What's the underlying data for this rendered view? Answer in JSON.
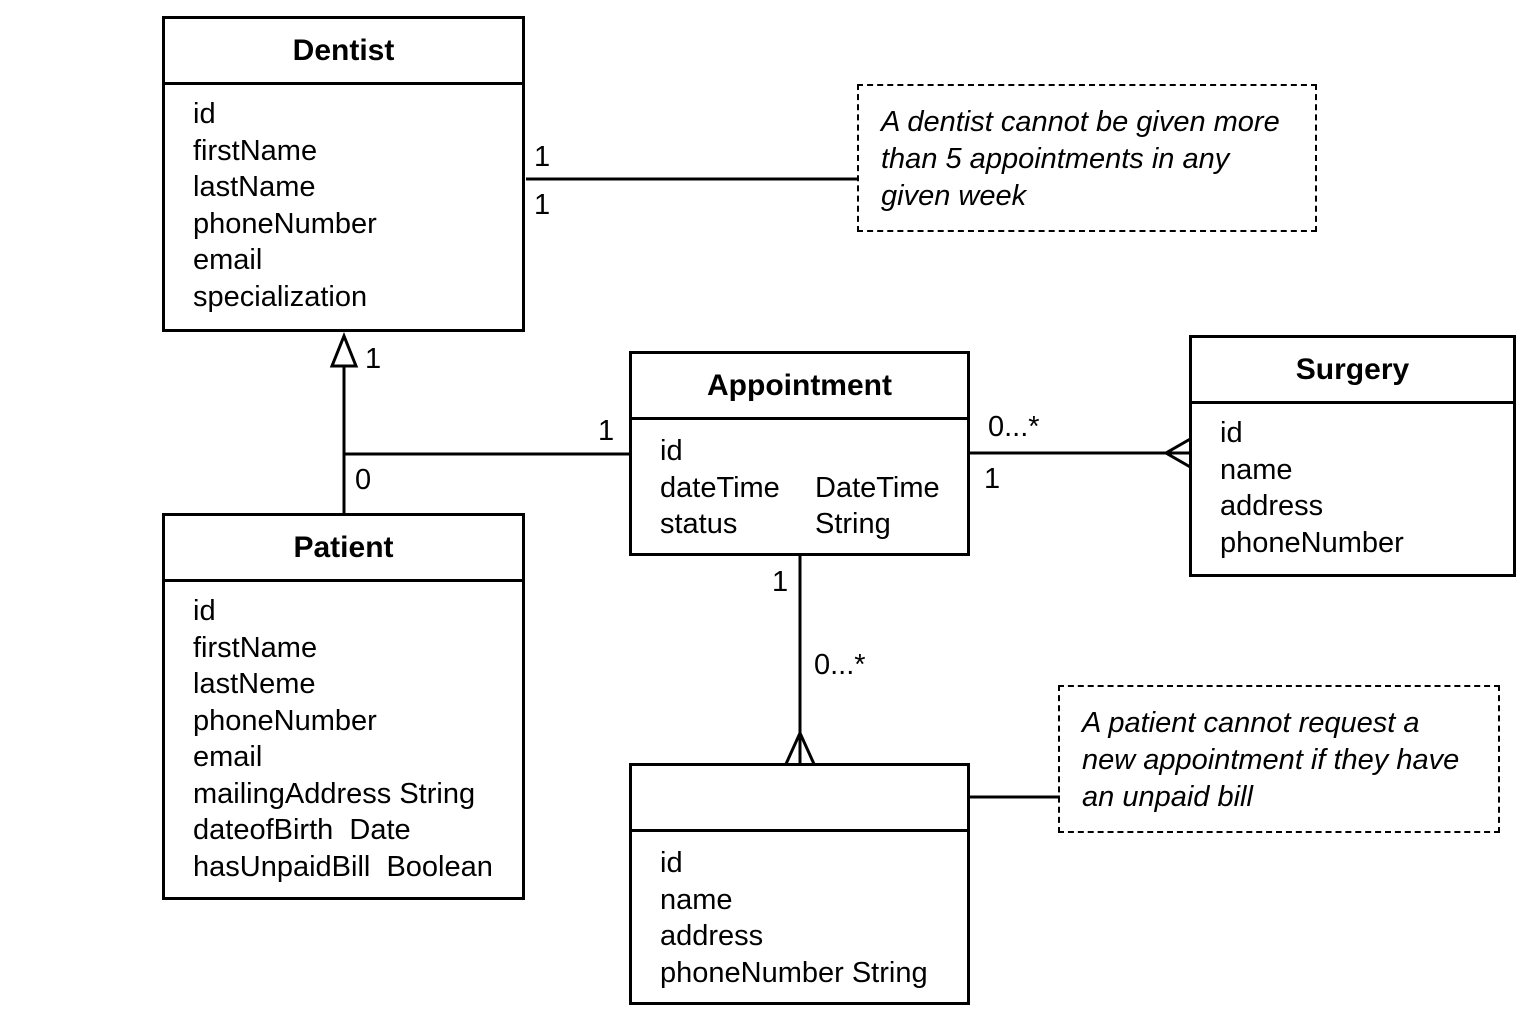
{
  "dentist": {
    "title": "Dentist",
    "attributes": [
      "id",
      "firstName",
      "lastName",
      "phoneNumber",
      "email",
      "specialization"
    ]
  },
  "patient": {
    "title": "Patient",
    "attributes": [
      "id",
      "firstName",
      "lastNeme",
      "phoneNumber",
      "email",
      "mailingAddress String",
      "dateofBirth  Date",
      "hasUnpaidBill  Boolean"
    ]
  },
  "appointment": {
    "title": "Appointment",
    "attributes": [
      {
        "name": "id",
        "type": ""
      },
      {
        "name": "dateTime",
        "type": "DateTime"
      },
      {
        "name": "status",
        "type": "String"
      }
    ]
  },
  "surgery": {
    "title": "Surgery",
    "attributes": [
      "id",
      "name",
      "address",
      "phoneNumber"
    ]
  },
  "unnamed_class": {
    "title": "",
    "attributes": [
      "id",
      "name",
      "address",
      "phoneNumber String"
    ]
  },
  "notes": {
    "dentist_note": [
      "A dentist cannot be given more",
      "than 5 appointments in any",
      "given week"
    ],
    "patient_note": [
      "A patient cannot request a",
      "new appointment if they have",
      "an unpaid bill"
    ]
  },
  "multiplicities": {
    "dentist_note_top": "1",
    "dentist_note_bottom": "1",
    "dentist_inheritance": "1",
    "patient_end": "0",
    "appointment_left": "1",
    "appointment_surgery_top": "0...*",
    "appointment_surgery_bottom": "1",
    "appointment_bottom": "1",
    "unnamed_class_top": "0...*"
  }
}
